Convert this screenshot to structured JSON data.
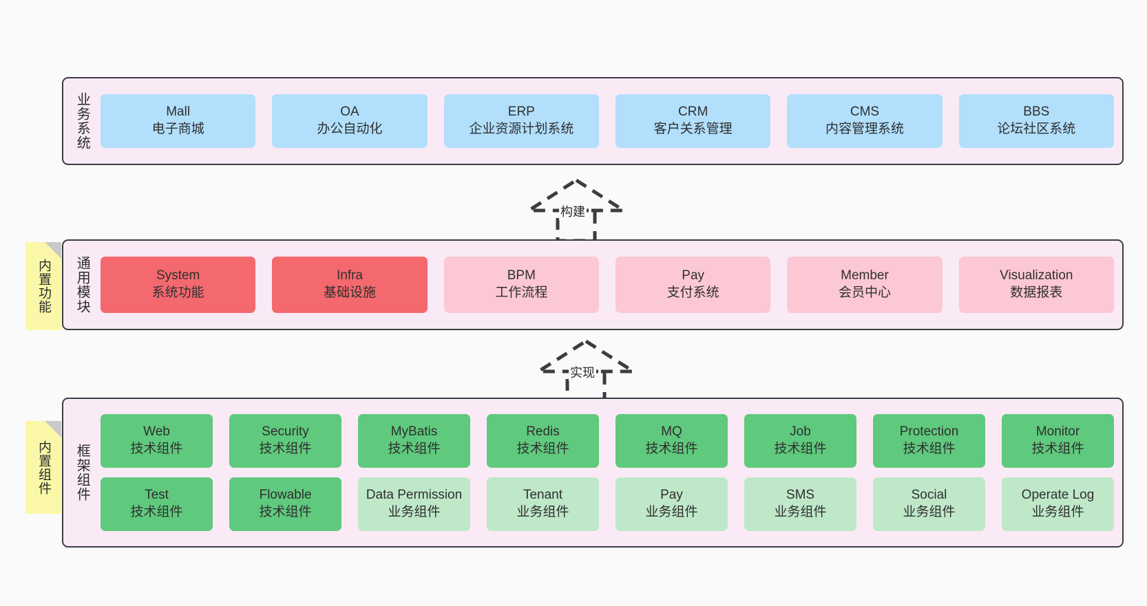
{
  "diagram": {
    "title_absent": true,
    "background_color": "#fafafa",
    "colors": {
      "layer_fill": "#f9eaf6",
      "layer_border": "#3c3c42",
      "business_card": "#b1dffc",
      "module_core": "#f4696e",
      "module_optional": "#fcc8d3",
      "tech_component": "#5fc97d",
      "biz_component": "#bfe8c9",
      "note": "#fbf7a8"
    }
  },
  "layers": [
    {
      "id": "business-system",
      "title": "业务系统",
      "cards": [
        {
          "name": "Mall",
          "desc": "电子商城",
          "style": "blue"
        },
        {
          "name": "OA",
          "desc": "办公自动化",
          "style": "blue"
        },
        {
          "name": "ERP",
          "desc": "企业资源计划系统",
          "style": "blue"
        },
        {
          "name": "CRM",
          "desc": "客户关系管理",
          "style": "blue"
        },
        {
          "name": "CMS",
          "desc": "内容管理系统",
          "style": "blue"
        },
        {
          "name": "BBS",
          "desc": "论坛社区系统",
          "style": "blue"
        }
      ]
    },
    {
      "id": "common-modules",
      "title": "通用模块",
      "cards": [
        {
          "name": "System",
          "desc": "系统功能",
          "style": "red"
        },
        {
          "name": "Infra",
          "desc": "基础设施",
          "style": "red"
        },
        {
          "name": "BPM",
          "desc": "工作流程",
          "style": "pink"
        },
        {
          "name": "Pay",
          "desc": "支付系统",
          "style": "pink"
        },
        {
          "name": "Member",
          "desc": "会员中心",
          "style": "pink"
        },
        {
          "name": "Visualization",
          "desc": "数据报表",
          "style": "pink"
        }
      ]
    },
    {
      "id": "framework-components",
      "title": "框架组件",
      "rows": [
        [
          {
            "name": "Web",
            "desc": "技术组件",
            "style": "green"
          },
          {
            "name": "Security",
            "desc": "技术组件",
            "style": "green"
          },
          {
            "name": "MyBatis",
            "desc": "技术组件",
            "style": "green"
          },
          {
            "name": "Redis",
            "desc": "技术组件",
            "style": "green"
          },
          {
            "name": "MQ",
            "desc": "技术组件",
            "style": "green"
          },
          {
            "name": "Job",
            "desc": "技术组件",
            "style": "green"
          },
          {
            "name": "Protection",
            "desc": "技术组件",
            "style": "green"
          },
          {
            "name": "Monitor",
            "desc": "技术组件",
            "style": "green"
          }
        ],
        [
          {
            "name": "Test",
            "desc": "技术组件",
            "style": "green"
          },
          {
            "name": "Flowable",
            "desc": "技术组件",
            "style": "green"
          },
          {
            "name": "Data Permission",
            "desc": "业务组件",
            "style": "lightgreen"
          },
          {
            "name": "Tenant",
            "desc": "业务组件",
            "style": "lightgreen"
          },
          {
            "name": "Pay",
            "desc": "业务组件",
            "style": "lightgreen"
          },
          {
            "name": "SMS",
            "desc": "业务组件",
            "style": "lightgreen"
          },
          {
            "name": "Social",
            "desc": "业务组件",
            "style": "lightgreen"
          },
          {
            "name": "Operate Log",
            "desc": "业务组件",
            "style": "lightgreen"
          }
        ]
      ]
    }
  ],
  "notes": [
    {
      "id": "builtin-function",
      "text": "内置功能"
    },
    {
      "id": "builtin-component",
      "text": "内置组件"
    }
  ],
  "arrows": [
    {
      "id": "build",
      "label": "构建",
      "from": "common-modules",
      "to": "business-system",
      "style": "dashed-hollow-triangle"
    },
    {
      "id": "realize",
      "label": "实现",
      "from": "framework-components",
      "to": "common-modules",
      "style": "dashed-hollow-triangle"
    }
  ]
}
